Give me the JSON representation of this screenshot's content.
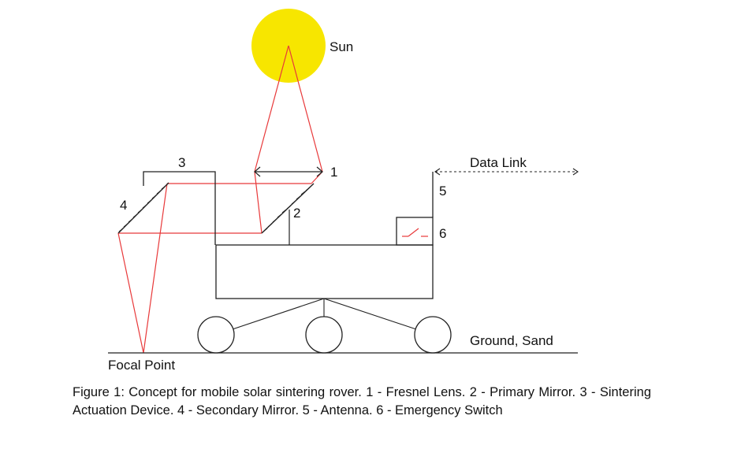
{
  "labels": {
    "sun": "Sun",
    "data_link": "Data Link",
    "ground": "Ground, Sand",
    "focal_point": "Focal Point",
    "n1": "1",
    "n2": "2",
    "n3": "3",
    "n4": "4",
    "n5": "5",
    "n6": "6"
  },
  "caption": "Figure 1: Concept for mobile solar sintering rover. 1 - Fresnel Lens. 2 - Primary Mirror. 3 - Sintering Actuation Device. 4 - Secondary Mirror. 5 - Antenna. 6 - Emergency Switch",
  "colors": {
    "sun": "#f7e600",
    "ray": "#e8393a",
    "line": "#222222"
  }
}
